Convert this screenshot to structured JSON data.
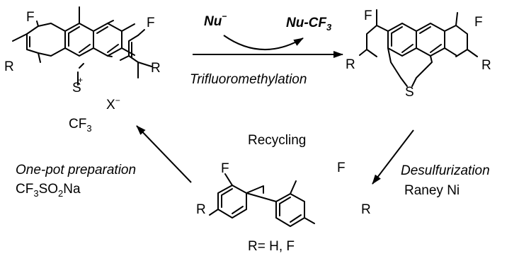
{
  "reagents": {
    "nucleophile": "Nu",
    "nucleophile_charge": "−",
    "product_label": "Nu-CF",
    "product_sub": "3"
  },
  "steps": {
    "trifluoromethylation": "Trifluoromethylation",
    "recycling": "Recycling",
    "desulfurization": "Desulfurization",
    "desulfurization_reagent": "Raney Ni",
    "preparation": "One-pot preparation",
    "preparation_reagent": "CF3SO2Na",
    "preparation_reagent_parts": [
      "CF",
      "3",
      "SO",
      "2",
      "Na"
    ]
  },
  "atoms": {
    "fluorine": "F",
    "substituent": "R",
    "sulfur": "S",
    "plus": "+",
    "counterion": "X",
    "counterion_charge": "−",
    "cf3": "CF",
    "cf3_sub": "3"
  },
  "footnote": "R= H, F"
}
